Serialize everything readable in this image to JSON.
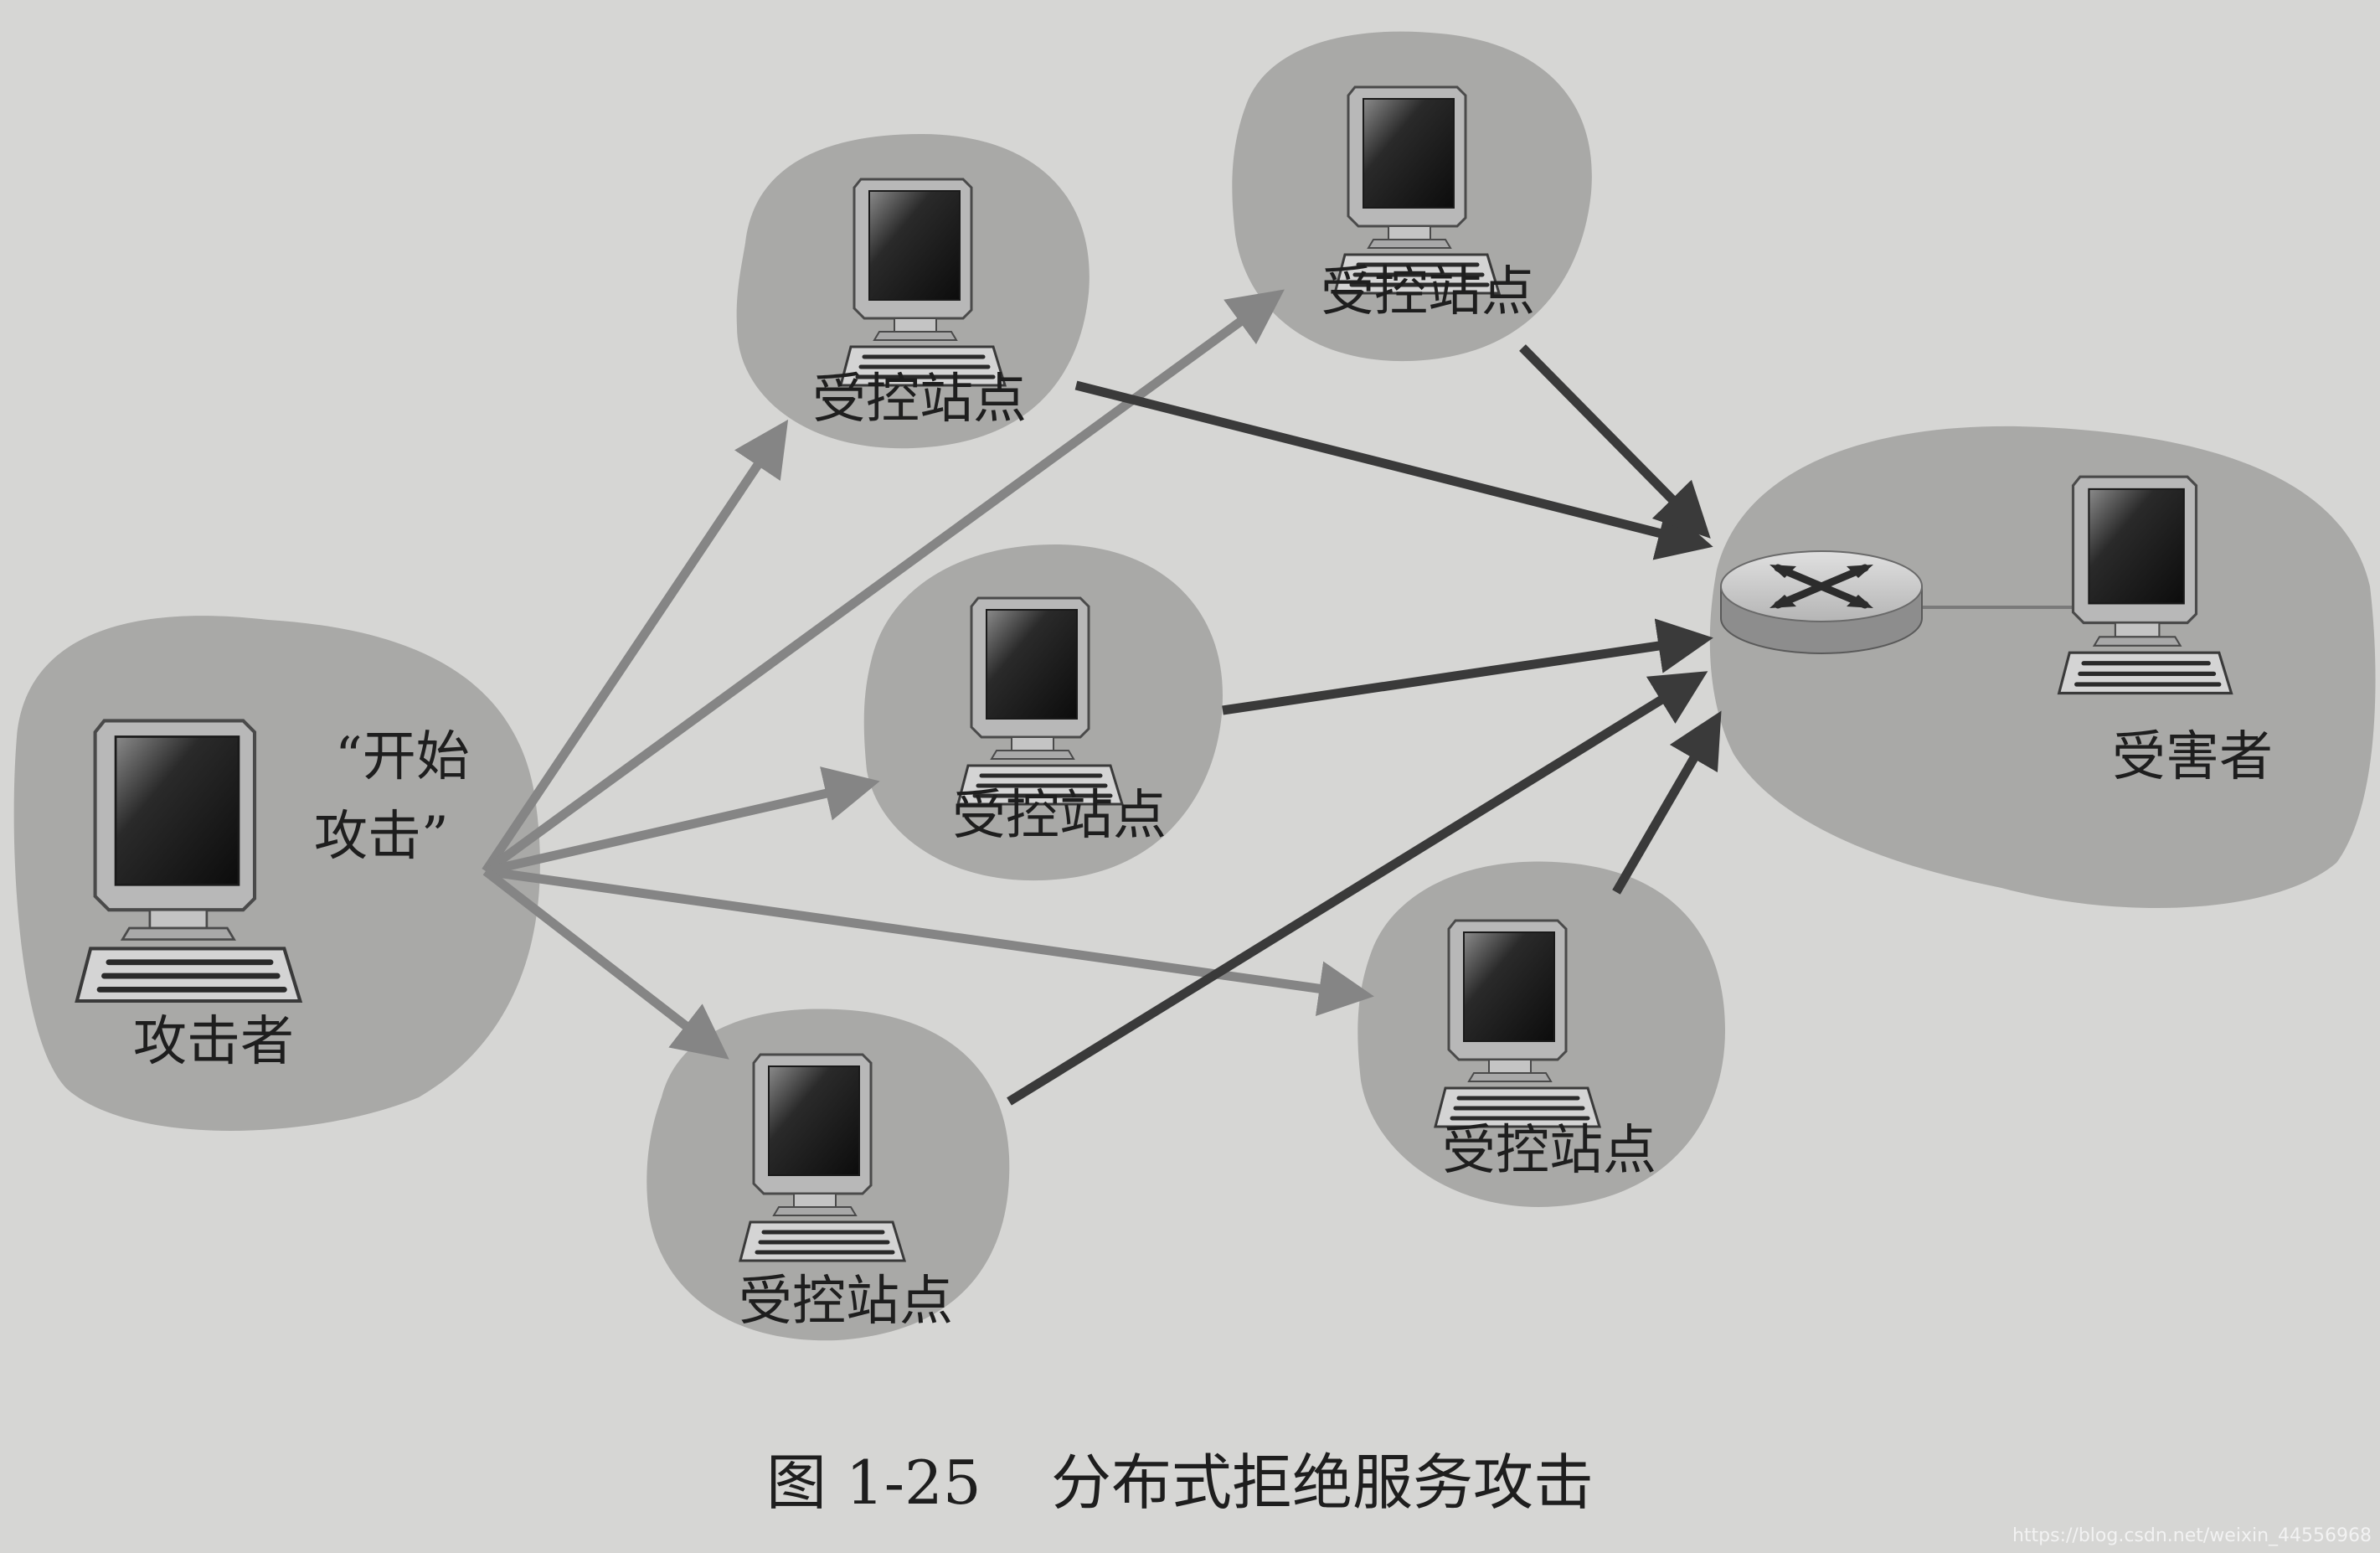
{
  "diagram": {
    "nodes": {
      "attacker": {
        "label": "攻击者"
      },
      "command": {
        "line1": "“开始",
        "line2": "攻击”"
      },
      "agent_top_left": {
        "label": "受控站点"
      },
      "agent_top_right": {
        "label": "受控站点"
      },
      "agent_middle": {
        "label": "受控站点"
      },
      "agent_bottom_left": {
        "label": "受控站点"
      },
      "agent_bottom_right": {
        "label": "受控站点"
      },
      "victim": {
        "label": "受害者"
      }
    },
    "caption": {
      "number": "图 1-25",
      "title": "分布式拒绝服务攻击"
    },
    "watermark": "https://blog.csdn.net/weixin_44556968",
    "colors": {
      "background": "#d6d6d4",
      "blob": "#a9a9a7",
      "command_arrow": "#858585",
      "attack_arrow": "#3a3a3a"
    }
  }
}
